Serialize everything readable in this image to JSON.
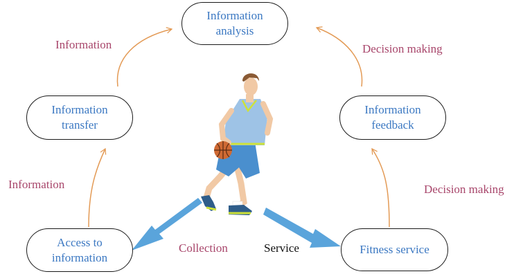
{
  "nodes": {
    "analysis": "Information\nanalysis",
    "transfer": "Information\ntransfer",
    "feedback": "Information\nfeedback",
    "access": "Access to\ninformation",
    "fitness": "Fitness service"
  },
  "edges": {
    "transfer_to_analysis": "Information",
    "feedback_to_analysis": "Decision making",
    "access_to_transfer": "Information",
    "fitness_to_feedback": "Decision making",
    "collection": "Collection",
    "service": "Service"
  },
  "colors": {
    "node_text": "#3b78c2",
    "edge_text": "#a8466b",
    "arrow_orange": "#e39a55",
    "arrow_blue": "#5aa4db"
  },
  "illustration": "basketball-player"
}
